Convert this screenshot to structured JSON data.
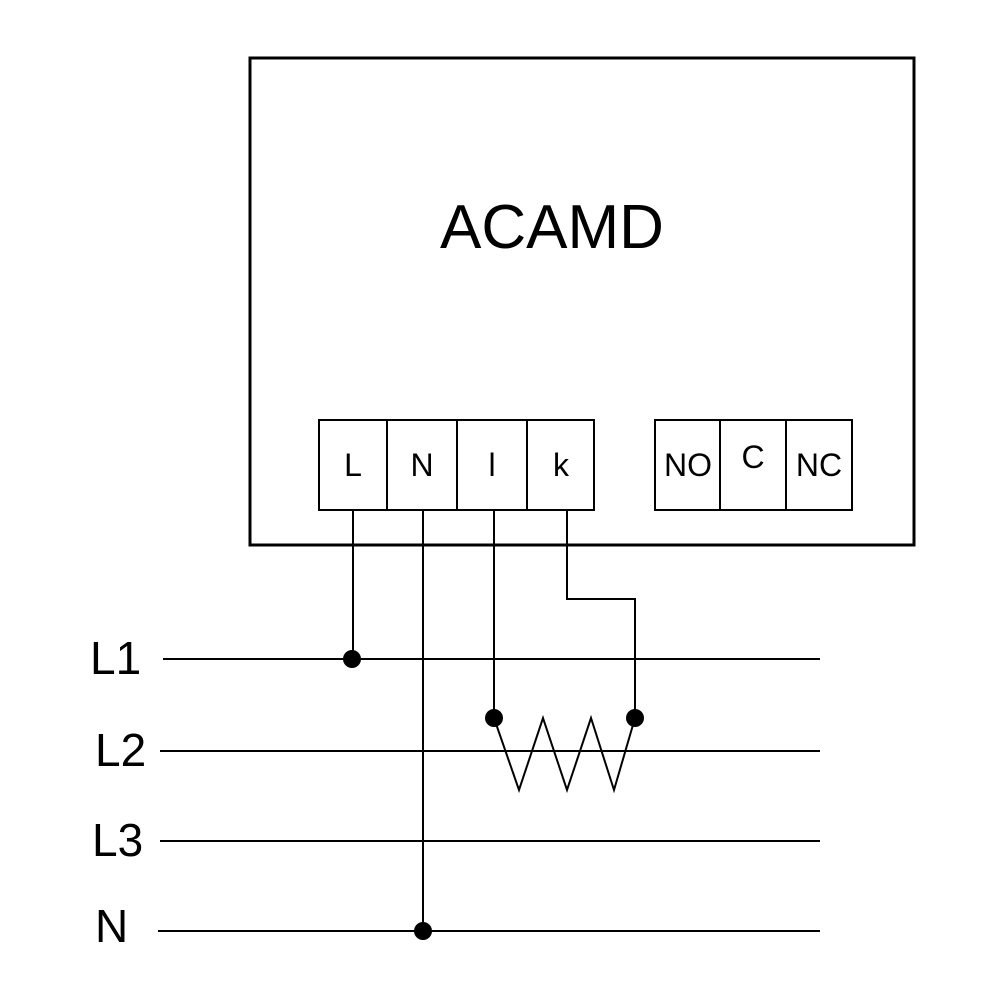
{
  "device": {
    "title": "ACAMD"
  },
  "input_terminals": [
    {
      "label": "L"
    },
    {
      "label": "N"
    },
    {
      "label": "l"
    },
    {
      "label": "k"
    }
  ],
  "relay_terminals": [
    {
      "label": "NO"
    },
    {
      "label": "C"
    },
    {
      "label": "NC"
    }
  ],
  "lines": [
    {
      "label": "L1"
    },
    {
      "label": "L2"
    },
    {
      "label": "L3"
    },
    {
      "label": "N"
    }
  ],
  "colors": {
    "stroke": "#000000",
    "background": "#ffffff"
  }
}
